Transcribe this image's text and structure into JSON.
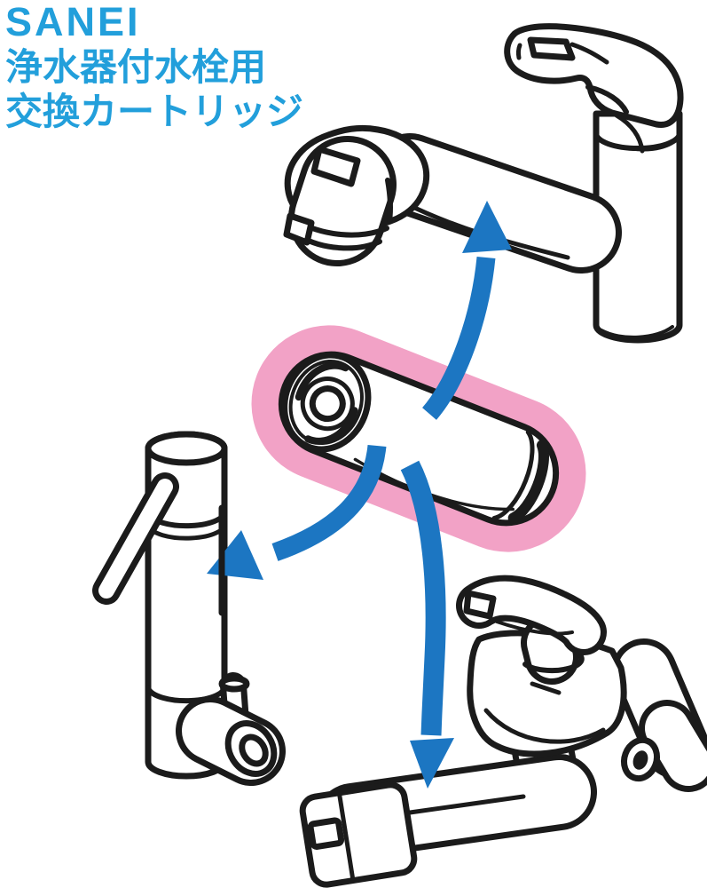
{
  "header": {
    "brand": "SANEI",
    "subtitle_line1": "浄水器付水栓用",
    "subtitle_line2": "交換カートリッジ"
  },
  "colors": {
    "brand-blue": "#229FDB",
    "arrow-blue": "#1C76C2",
    "highlight-pink": "#F2A2C6",
    "line-black": "#1b1b1b",
    "background": "#ffffff"
  }
}
